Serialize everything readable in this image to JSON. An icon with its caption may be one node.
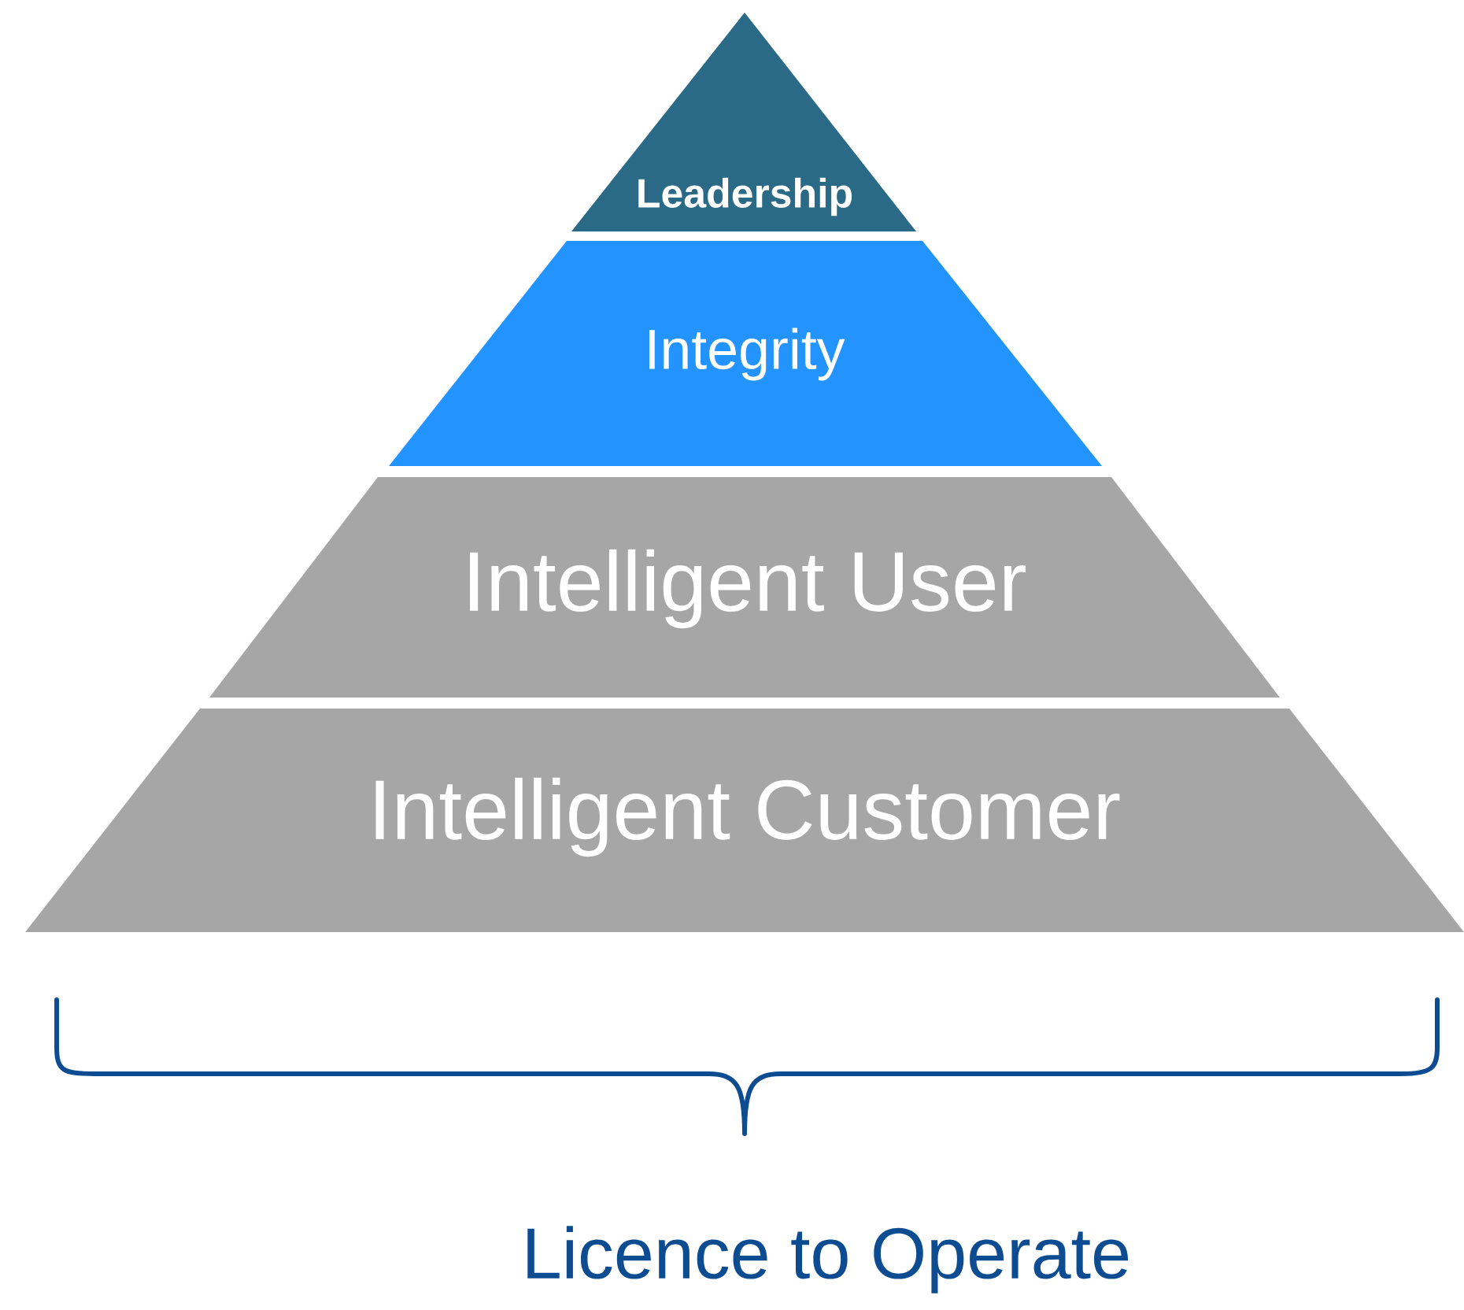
{
  "diagram": {
    "nodes": [
      {
        "text": [
          "Leadership"
        ]
      },
      {
        "text": [
          "Integrity"
        ]
      },
      {
        "text": [
          "Intelligent User"
        ]
      },
      {
        "text": [
          "Intelligent Customer"
        ]
      }
    ],
    "labels": [
      "Licence to Operate"
    ]
  }
}
